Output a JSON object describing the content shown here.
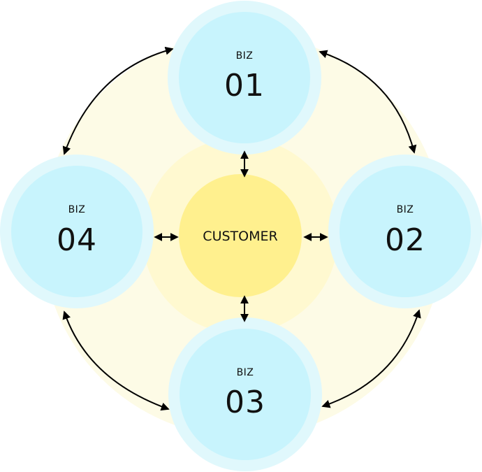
{
  "center": {
    "label": "CUSTOMER",
    "color": "#fff08e"
  },
  "nodes": [
    {
      "id": "biz-01",
      "prefix": "BIZ",
      "number": "01"
    },
    {
      "id": "biz-02",
      "prefix": "BIZ",
      "number": "02"
    },
    {
      "id": "biz-03",
      "prefix": "BIZ",
      "number": "03"
    },
    {
      "id": "biz-04",
      "prefix": "BIZ",
      "number": "04"
    }
  ],
  "colors": {
    "outer_ring": "#fdfbe6",
    "center_halo": "#fff9d0",
    "node_fill": "#c8f4fd",
    "node_ring": "#e0f8fc",
    "arrow": "#000000"
  }
}
